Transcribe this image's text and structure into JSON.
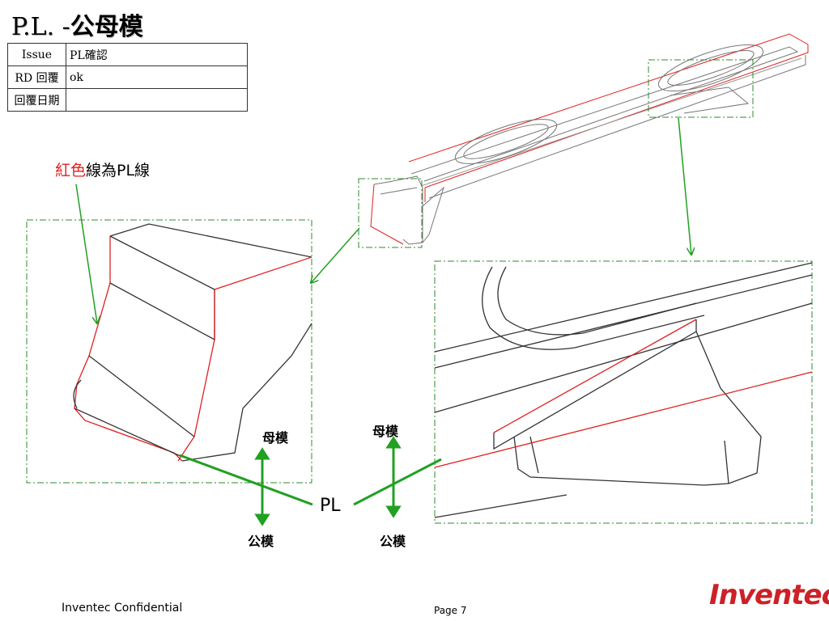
{
  "title": {
    "prefix": "P.L. -",
    "suffix": "公母模"
  },
  "info_table": [
    {
      "label": "Issue",
      "value": "PL確認"
    },
    {
      "label": "RD 回覆",
      "value": "ok"
    },
    {
      "label": "回覆日期",
      "value": ""
    }
  ],
  "note": {
    "red_part": "紅色",
    "rest": "線為PL線"
  },
  "labels": {
    "left_top": "母模",
    "left_bottom": "公模",
    "right_top": "母模",
    "right_bottom": "公模",
    "pl": "PL"
  },
  "footer": {
    "confidential": "Inventec Confidential",
    "page": "Page 7",
    "logo": "Inventec"
  },
  "colors": {
    "pl_line": "#e02020",
    "annotation_green": "#22a022",
    "frame_green": "#2e8b2e"
  }
}
